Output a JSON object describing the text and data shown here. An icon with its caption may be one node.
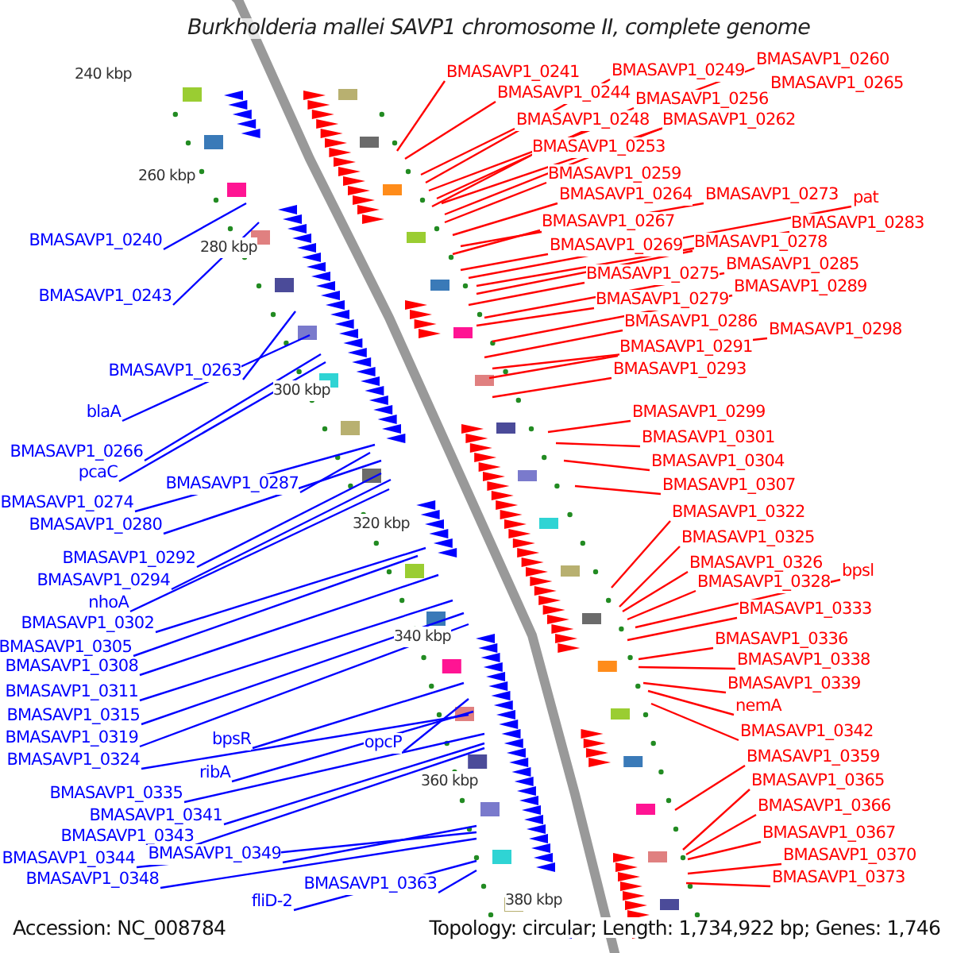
{
  "diagram": {
    "title": "Burkholderia mallei SAVP1 chromosome II, complete genome",
    "nodes": [
      {
        "text": [
          "BMASAVP1_0260"
        ]
      },
      {
        "text": [
          "BMASAVP1_0249"
        ]
      },
      {
        "text": [
          "BMASAVP1_0265"
        ]
      },
      {
        "text": [
          "BMASAVP1_0241"
        ]
      },
      {
        "text": [
          "BMASAVP1_0244"
        ]
      },
      {
        "text": [
          "BMASAVP1_0256"
        ]
      },
      {
        "text": [
          "BMASAVP1_0248"
        ]
      },
      {
        "text": [
          "BMASAVP1_0262"
        ]
      },
      {
        "text": [
          "BMASAVP1_0253"
        ]
      },
      {
        "text": [
          "BMASAVP1_0259"
        ]
      },
      {
        "text": [
          "BMASAVP1_0264"
        ]
      },
      {
        "text": [
          "BMASAVP1_0273"
        ]
      },
      {
        "text": [
          "pat"
        ]
      },
      {
        "text": [
          "BMASAVP1_0283"
        ]
      },
      {
        "text": [
          "BMASAVP1_0267"
        ]
      },
      {
        "text": [
          "BMASAVP1_0240"
        ]
      },
      {
        "text": [
          "BMASAVP1_0269"
        ]
      },
      {
        "text": [
          "BMASAVP1_0278"
        ]
      },
      {
        "text": [
          "BMASAVP1_0285"
        ]
      },
      {
        "text": [
          "BMASAVP1_0275"
        ]
      },
      {
        "text": [
          "BMASAVP1_0289"
        ]
      },
      {
        "text": [
          "BMASAVP1_0243"
        ]
      },
      {
        "text": [
          "BMASAVP1_0279"
        ]
      },
      {
        "text": [
          "BMASAVP1_0286"
        ]
      },
      {
        "text": [
          "BMASAVP1_0298"
        ]
      },
      {
        "text": [
          "BMASAVP1_0291"
        ]
      },
      {
        "text": [
          "BMASAVP1_0293"
        ]
      },
      {
        "text": [
          "BMASAVP1_0263"
        ]
      },
      {
        "text": [
          "blaA"
        ]
      },
      {
        "text": [
          "BMASAVP1_0299"
        ]
      },
      {
        "text": [
          "BMASAVP1_0301"
        ]
      },
      {
        "text": [
          "BMASAVP1_0266"
        ]
      },
      {
        "text": [
          "BMASAVP1_0304"
        ]
      },
      {
        "text": [
          "pcaC"
        ]
      },
      {
        "text": [
          "BMASAVP1_0287"
        ]
      },
      {
        "text": [
          "BMASAVP1_0307"
        ]
      },
      {
        "text": [
          "BMASAVP1_0274"
        ]
      },
      {
        "text": [
          "BMASAVP1_0322"
        ]
      },
      {
        "text": [
          "BMASAVP1_0280"
        ]
      },
      {
        "text": [
          "BMASAVP1_0325"
        ]
      },
      {
        "text": [
          "BMASAVP1_0292"
        ]
      },
      {
        "text": [
          "BMASAVP1_0326"
        ]
      },
      {
        "text": [
          "bpsl"
        ]
      },
      {
        "text": [
          "BMASAVP1_0294"
        ]
      },
      {
        "text": [
          "BMASAVP1_0328"
        ]
      },
      {
        "text": [
          "nhoA"
        ]
      },
      {
        "text": [
          "BMASAVP1_0333"
        ]
      },
      {
        "text": [
          "BMASAVP1_0302"
        ]
      },
      {
        "text": [
          "BMASAVP1_0336"
        ]
      },
      {
        "text": [
          "BMASAVP1_0305"
        ]
      },
      {
        "text": [
          "BMASAVP1_0338"
        ]
      },
      {
        "text": [
          "BMASAVP1_0308"
        ]
      },
      {
        "text": [
          "BMASAVP1_0339"
        ]
      },
      {
        "text": [
          "BMASAVP1_0311"
        ]
      },
      {
        "text": [
          "nemA"
        ]
      },
      {
        "text": [
          "BMASAVP1_0315"
        ]
      },
      {
        "text": [
          "BMASAVP1_0342"
        ]
      },
      {
        "text": [
          "BMASAVP1_0319"
        ]
      },
      {
        "text": [
          "opcP"
        ]
      },
      {
        "text": [
          "bpsR"
        ]
      },
      {
        "text": [
          "BMASAVP1_0359"
        ]
      },
      {
        "text": [
          "BMASAVP1_0324"
        ]
      },
      {
        "text": [
          "ribA"
        ]
      },
      {
        "text": [
          "BMASAVP1_0365"
        ]
      },
      {
        "text": [
          "BMASAVP1_0335"
        ]
      },
      {
        "text": [
          "BMASAVP1_0366"
        ]
      },
      {
        "text": [
          "BMASAVP1_0341"
        ]
      },
      {
        "text": [
          "BMASAVP1_0367"
        ]
      },
      {
        "text": [
          "BMASAVP1_0343"
        ]
      },
      {
        "text": [
          "BMASAVP1_0349"
        ]
      },
      {
        "text": [
          "BMASAVP1_0370"
        ]
      },
      {
        "text": [
          "BMASAVP1_0344"
        ]
      },
      {
        "text": [
          "BMASAVP1_0348"
        ]
      },
      {
        "text": [
          "BMASAVP1_0363"
        ]
      },
      {
        "text": [
          "BMASAVP1_0373"
        ]
      },
      {
        "text": [
          "fliD-2"
        ]
      }
    ],
    "edges": [
      {
        "from": 0,
        "to": null,
        "arrow": "none"
      },
      {
        "from": 1,
        "to": null,
        "arrow": "none"
      },
      {
        "from": 2,
        "to": null,
        "arrow": "none"
      },
      {
        "from": 3,
        "to": null,
        "arrow": "none"
      },
      {
        "from": 4,
        "to": null,
        "arrow": "none"
      },
      {
        "from": 5,
        "to": null,
        "arrow": "none"
      },
      {
        "from": 6,
        "to": null,
        "arrow": "none"
      },
      {
        "from": 7,
        "to": null,
        "arrow": "none"
      },
      {
        "from": 8,
        "to": null,
        "arrow": "none"
      },
      {
        "from": 9,
        "to": null,
        "arrow": "none"
      },
      {
        "from": 10,
        "to": null,
        "arrow": "none"
      },
      {
        "from": 11,
        "to": null,
        "arrow": "none"
      },
      {
        "from": 12,
        "to": null,
        "arrow": "none"
      },
      {
        "from": 13,
        "to": null,
        "arrow": "none"
      },
      {
        "from": 14,
        "to": null,
        "arrow": "none"
      },
      {
        "from": 15,
        "to": null,
        "arrow": "none",
        "color": "#0000ff"
      },
      {
        "from": 16,
        "to": null,
        "arrow": "none"
      },
      {
        "from": 17,
        "to": null,
        "arrow": "none"
      },
      {
        "from": 18,
        "to": null,
        "arrow": "none"
      },
      {
        "from": 19,
        "to": null,
        "arrow": "none"
      },
      {
        "from": 20,
        "to": null,
        "arrow": "none"
      },
      {
        "from": 21,
        "to": null,
        "arrow": "none",
        "color": "#0000ff"
      },
      {
        "from": 22,
        "to": null,
        "arrow": "none"
      },
      {
        "from": 23,
        "to": null,
        "arrow": "none"
      },
      {
        "from": 24,
        "to": null,
        "arrow": "none"
      },
      {
        "from": 25,
        "to": null,
        "arrow": "none"
      },
      {
        "from": 26,
        "to": null,
        "arrow": "none"
      },
      {
        "from": 27,
        "to": null,
        "arrow": "none",
        "color": "#0000ff"
      },
      {
        "from": 28,
        "to": null,
        "arrow": "none",
        "color": "#0000ff"
      },
      {
        "from": 29,
        "to": null,
        "arrow": "none"
      },
      {
        "from": 30,
        "to": null,
        "arrow": "none"
      },
      {
        "from": 31,
        "to": null,
        "arrow": "none",
        "color": "#0000ff"
      },
      {
        "from": 32,
        "to": null,
        "arrow": "none"
      },
      {
        "from": 33,
        "to": null,
        "arrow": "none",
        "color": "#0000ff"
      },
      {
        "from": 34,
        "to": null,
        "arrow": "none",
        "color": "#0000ff"
      },
      {
        "from": 35,
        "to": null,
        "arrow": "none"
      },
      {
        "from": 36,
        "to": null,
        "arrow": "none",
        "color": "#0000ff"
      },
      {
        "from": 37,
        "to": null,
        "arrow": "none"
      },
      {
        "from": 38,
        "to": null,
        "arrow": "none",
        "color": "#0000ff"
      },
      {
        "from": 39,
        "to": null,
        "arrow": "none"
      },
      {
        "from": 40,
        "to": null,
        "arrow": "none",
        "color": "#0000ff"
      },
      {
        "from": 41,
        "to": null,
        "arrow": "none"
      },
      {
        "from": 42,
        "to": null,
        "arrow": "none"
      },
      {
        "from": 43,
        "to": null,
        "arrow": "none",
        "color": "#0000ff"
      },
      {
        "from": 44,
        "to": null,
        "arrow": "none"
      },
      {
        "from": 45,
        "to": null,
        "arrow": "none",
        "color": "#0000ff"
      },
      {
        "from": 46,
        "to": null,
        "arrow": "none"
      },
      {
        "from": 47,
        "to": null,
        "arrow": "none",
        "color": "#0000ff"
      },
      {
        "from": 48,
        "to": null,
        "arrow": "none"
      },
      {
        "from": 49,
        "to": null,
        "arrow": "none",
        "color": "#0000ff"
      },
      {
        "from": 50,
        "to": null,
        "arrow": "none"
      },
      {
        "from": 51,
        "to": null,
        "arrow": "none",
        "color": "#0000ff"
      },
      {
        "from": 52,
        "to": null,
        "arrow": "none"
      },
      {
        "from": 53,
        "to": null,
        "arrow": "none",
        "color": "#0000ff"
      },
      {
        "from": 54,
        "to": null,
        "arrow": "none"
      },
      {
        "from": 55,
        "to": null,
        "arrow": "none",
        "color": "#0000ff"
      },
      {
        "from": 56,
        "to": null,
        "arrow": "none"
      },
      {
        "from": 57,
        "to": null,
        "arrow": "none",
        "color": "#0000ff"
      },
      {
        "from": 58,
        "to": null,
        "arrow": "none",
        "color": "#0000ff"
      },
      {
        "from": 59,
        "to": null,
        "arrow": "none",
        "color": "#0000ff"
      },
      {
        "from": 60,
        "to": null,
        "arrow": "none"
      },
      {
        "from": 61,
        "to": null,
        "arrow": "none",
        "color": "#0000ff"
      },
      {
        "from": 62,
        "to": null,
        "arrow": "none",
        "color": "#0000ff"
      },
      {
        "from": 63,
        "to": null,
        "arrow": "none"
      },
      {
        "from": 64,
        "to": null,
        "arrow": "none",
        "color": "#0000ff"
      },
      {
        "from": 65,
        "to": null,
        "arrow": "none"
      },
      {
        "from": 66,
        "to": null,
        "arrow": "none",
        "color": "#0000ff"
      },
      {
        "from": 67,
        "to": null,
        "arrow": "none"
      },
      {
        "from": 68,
        "to": null,
        "arrow": "none",
        "color": "#0000ff"
      },
      {
        "from": 69,
        "to": null,
        "arrow": "none",
        "color": "#0000ff"
      },
      {
        "from": 70,
        "to": null,
        "arrow": "none"
      },
      {
        "from": 71,
        "to": null,
        "arrow": "none",
        "color": "#0000ff"
      },
      {
        "from": 72,
        "to": null,
        "arrow": "none",
        "color": "#0000ff"
      },
      {
        "from": 73,
        "to": null,
        "arrow": "none",
        "color": "#0000ff"
      },
      {
        "from": 74,
        "to": null,
        "arrow": "none"
      },
      {
        "from": 75,
        "to": null,
        "arrow": "none",
        "color": "#0000ff"
      }
    ],
    "labels": [
      "240 kbp",
      "260 kbp",
      "280 kbp",
      "300 kbp",
      "320 kbp",
      "340 kbp",
      "360 kbp",
      "380 kbp",
      "Accession: NC_008784",
      "Topology: circular; Length: 1,734,922 bp; Genes: 1,746"
    ]
  }
}
